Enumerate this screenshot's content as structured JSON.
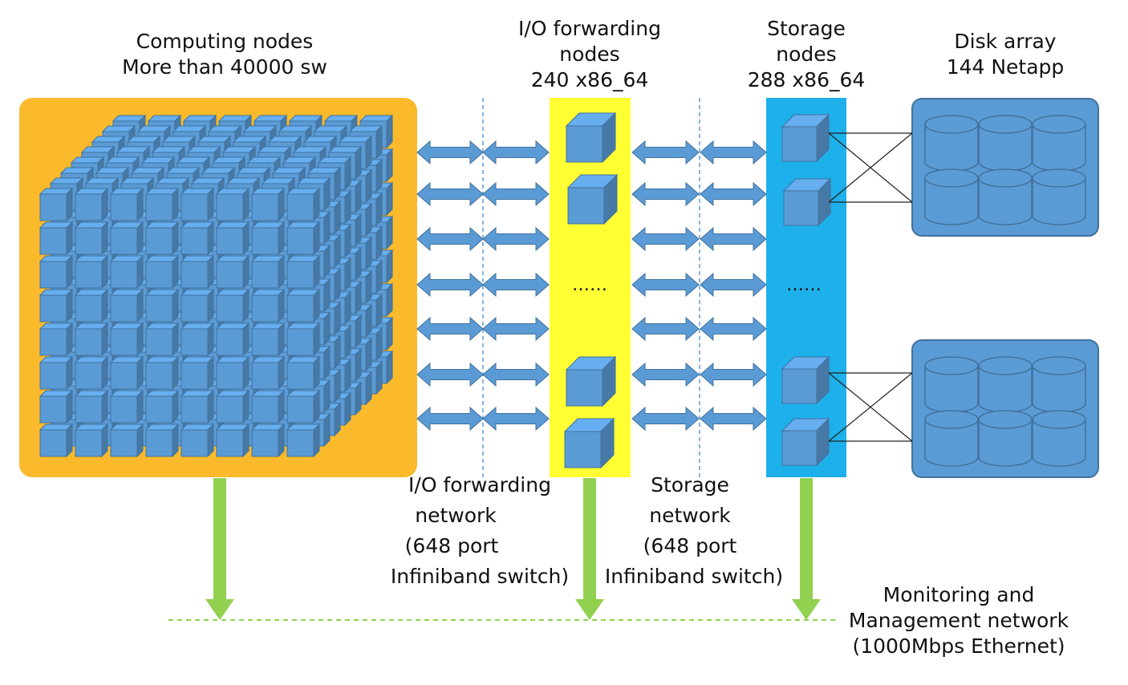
{
  "labels": {
    "computing_title": "Computing nodes",
    "computing_sub": "More than 40000 sw",
    "io_title_1": "I/O forwarding",
    "io_title_2": "nodes",
    "io_title_3": "240 x86_64",
    "storage_title_1": "Storage",
    "storage_title_2": "nodes",
    "storage_title_3": "288 x86_64",
    "disk_title_1": "Disk array",
    "disk_title_2": "144 Netapp",
    "io_net_1": "I/O forwarding",
    "io_net_2": "network",
    "io_net_3": "(648 port",
    "io_net_4": "Infiniband switch)",
    "st_net_1": "Storage",
    "st_net_2": "network",
    "st_net_3": "(648 port",
    "st_net_4": "Infiniband switch)",
    "mon_1": "Monitoring and",
    "mon_2": "Management network",
    "mon_3": "(1000Mbps Ethernet)",
    "io_dots": "……",
    "st_dots": "……"
  },
  "colors": {
    "computing_bg": "#FBBA2C",
    "io_bg": "#FFFF33",
    "storage_bg": "#1EB0EA",
    "disk_bg": "#5B9BD5",
    "cube_face": "#5B9BD5",
    "cube_edge": "#41719C",
    "arrow": "#5B9BD5",
    "mgmt_arrow": "#92D050",
    "divider": "#5B9BD5"
  },
  "icons": {
    "compute_cube": "cube-icon",
    "disk": "disk-cylinder-icon",
    "link_arrow": "double-arrow-icon",
    "mgmt_arrow": "down-arrow-icon"
  }
}
